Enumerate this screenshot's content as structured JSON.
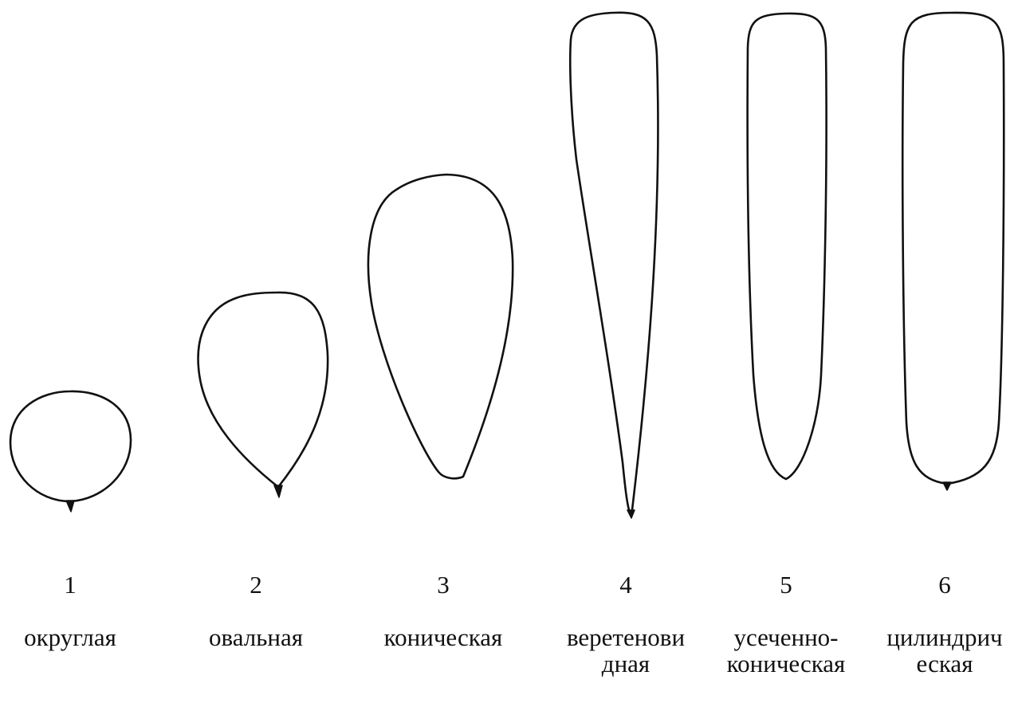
{
  "figure": {
    "shapes": [
      {
        "number": "1",
        "name": "округлая"
      },
      {
        "number": "2",
        "name": "овальная"
      },
      {
        "number": "3",
        "name": "коническая"
      },
      {
        "number": "4",
        "name": "веретенови\nдная"
      },
      {
        "number": "5",
        "name": "усеченно-\nконическая"
      },
      {
        "number": "6",
        "name": "цилиндрич\nеская"
      }
    ]
  },
  "colors": {
    "stroke": "#111111",
    "background": "#ffffff"
  }
}
